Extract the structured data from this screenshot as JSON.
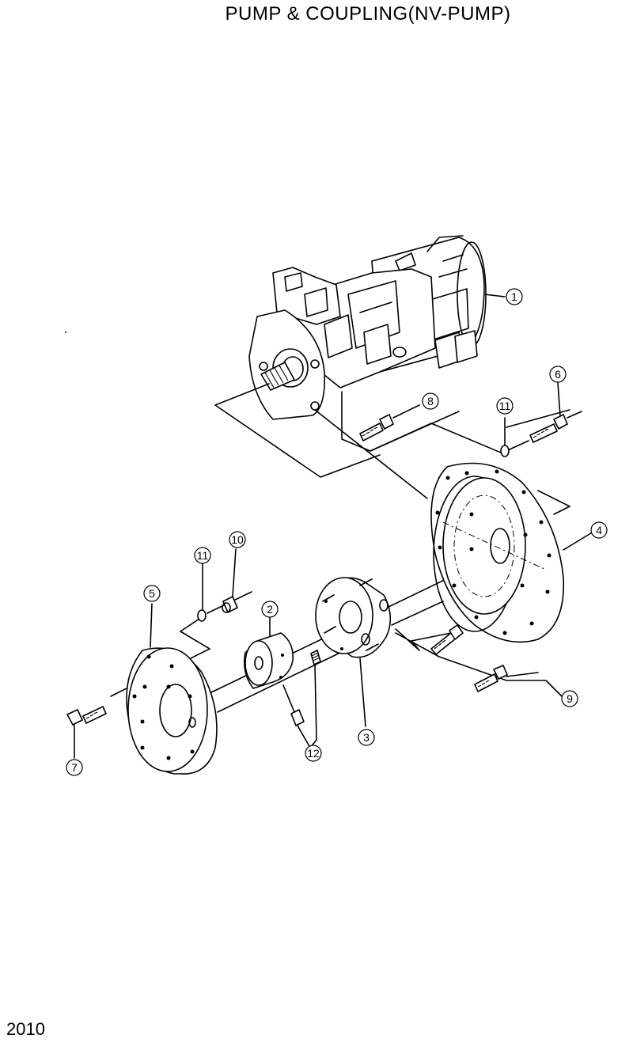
{
  "title": "PUMP & COUPLING(NV-PUMP)",
  "page_number": "2010",
  "callouts": {
    "c1": "1",
    "c2": "2",
    "c3": "3",
    "c4": "4",
    "c5": "5",
    "c6": "6",
    "c7": "7",
    "c8": "8",
    "c9": "9",
    "c10": "10",
    "c11a": "11",
    "c11b": "11",
    "c12": "12"
  }
}
